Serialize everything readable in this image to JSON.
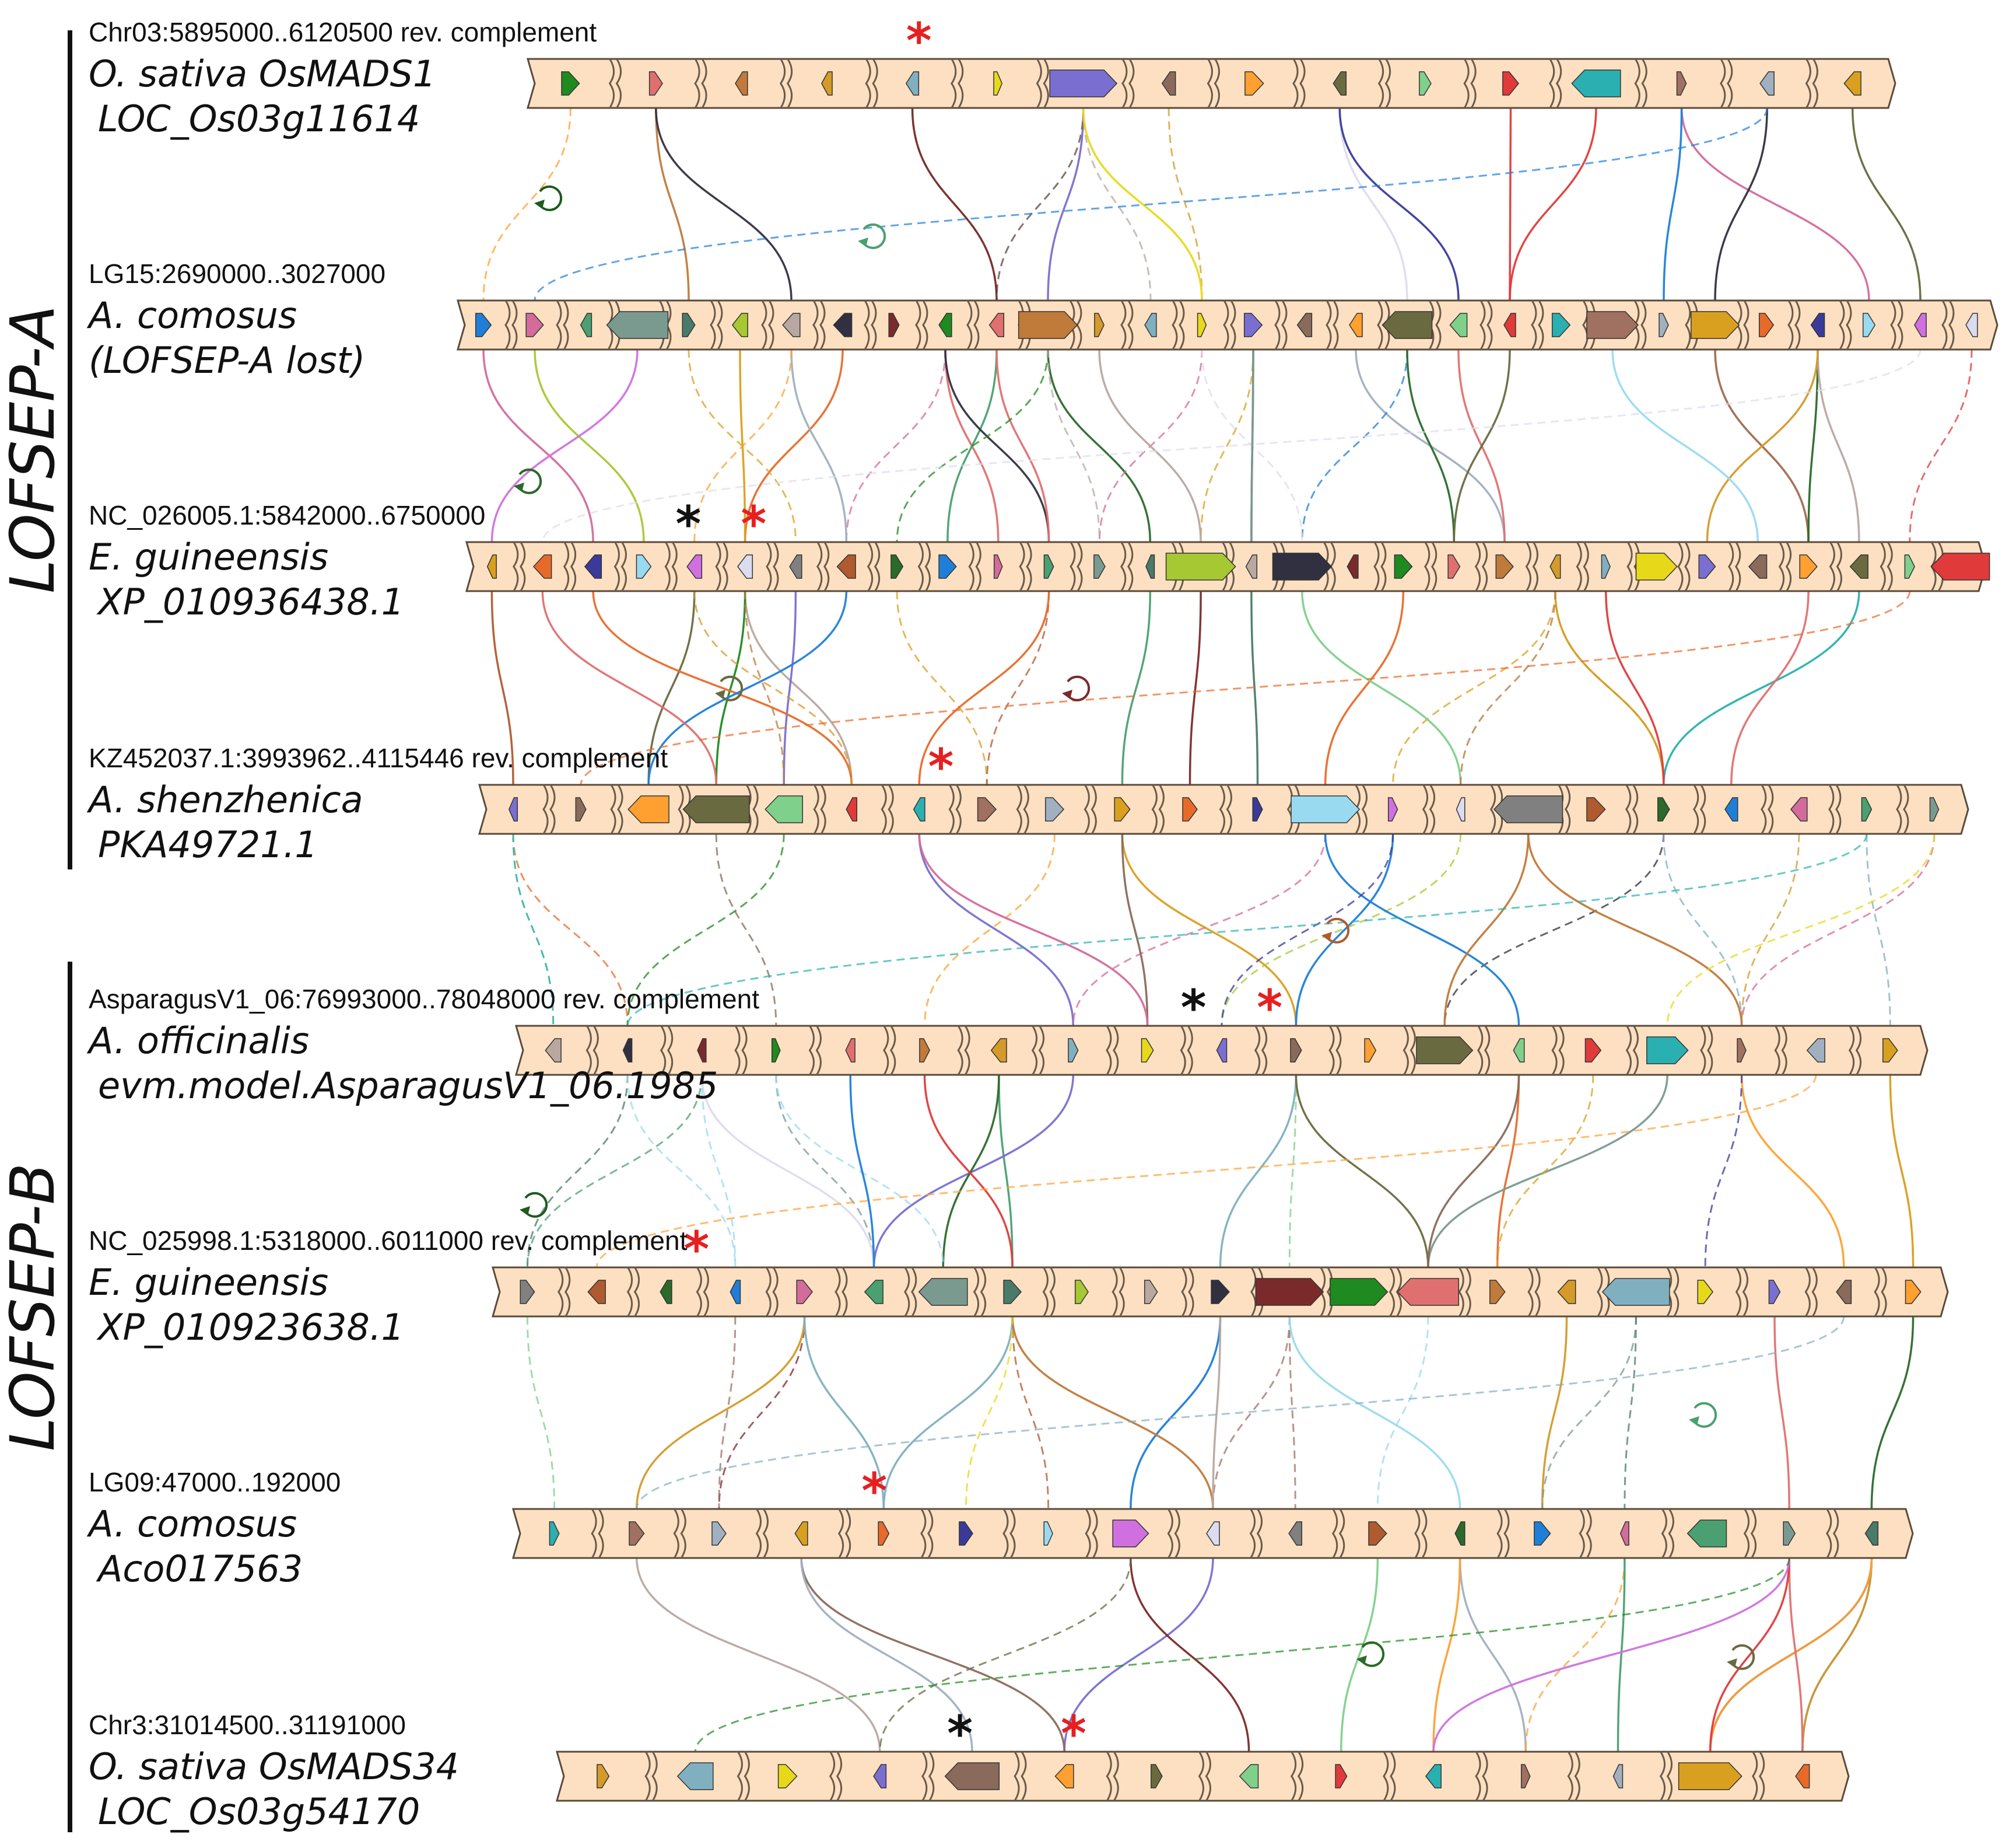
{
  "groups": [
    {
      "label": "LOFSEP-A"
    },
    {
      "label": "LOFSEP-B"
    }
  ],
  "tracks": [
    {
      "region": "Chr03:5895000..6120500 rev. complement",
      "species": "O. sativa OsMADS1",
      "gene": "LOC_Os03g11614",
      "star_red": [
        0.286
      ],
      "star_black": []
    },
    {
      "region": "LG15:2690000..3027000",
      "species": "A. comosus",
      "gene": "(LOFSEP-A lost)",
      "star_red": [],
      "star_black": []
    },
    {
      "region": "NC_026005.1:5842000..6750000",
      "species": "E. guineensis",
      "gene": "XP_010936438.1",
      "star_red": [
        0.189
      ],
      "star_black": [
        0.146
      ]
    },
    {
      "region": "KZ452037.1:3993962..4115446 rev. complement",
      "species": "A. shenzhenica",
      "gene": "PKA49721.1",
      "star_red": [
        0.31
      ],
      "star_black": []
    },
    {
      "region": "AsparagusV1_06:76993000..78048000 rev. complement",
      "species": "A. officinalis",
      "gene": "evm.model.AsparagusV1_06.1985",
      "star_red": [
        0.534
      ],
      "star_black": [
        0.48
      ]
    },
    {
      "region": "NC_025998.1:5318000..6011000 rev. complement",
      "species": "E. guineensis",
      "gene": "XP_010923638.1",
      "star_red": [
        0.14
      ],
      "star_black": []
    },
    {
      "region": "LG09:47000..192000",
      "species": "A. comosus",
      "gene": "Aco017563",
      "star_red": [
        0.258
      ],
      "star_black": []
    },
    {
      "region": "Chr3:31014500..31191000",
      "species": "O. sativa OsMADS34",
      "gene": "LOC_Os03g54170",
      "star_red": [
        0.4
      ],
      "star_black": [
        0.312
      ]
    }
  ],
  "palette": [
    "#1f8a1f",
    "#d070e0",
    "#e8d81a",
    "#1f7fd8",
    "#7fd08a",
    "#a6c832",
    "#d9a020",
    "#e07070",
    "#dcdcf0",
    "#7a6fd0",
    "#d36b9b",
    "#e03a3a",
    "#b8a8a0",
    "#e86a2a",
    "#c07a3a",
    "#808080",
    "#8a6a5a",
    "#4aa070",
    "#2ab0b0",
    "#303040",
    "#3a3a9a",
    "#d49a2a",
    "#b05a30",
    "#ffa030",
    "#7a9a90",
    "#a07060",
    "#7a2a2a",
    "#9adaf0",
    "#80b0c0",
    "#2a6a2a",
    "#6a6a40",
    "#4a7a6a",
    "#a0b0c0"
  ]
}
